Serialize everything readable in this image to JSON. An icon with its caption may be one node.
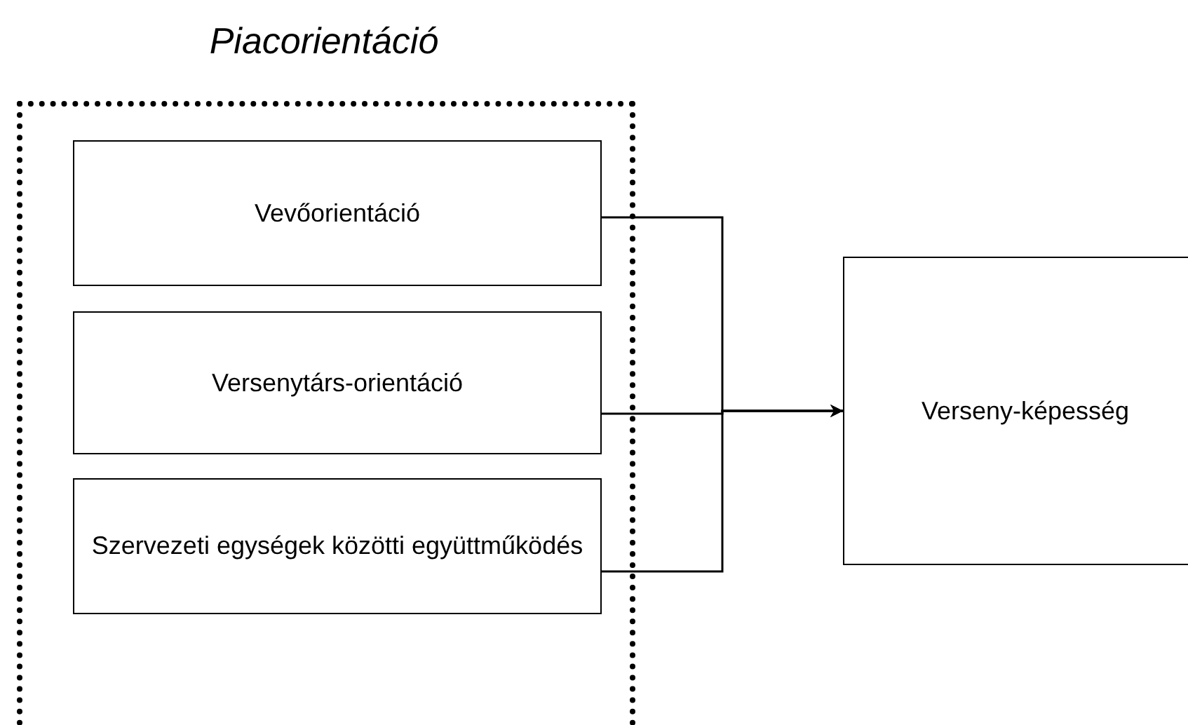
{
  "diagram": {
    "nodes": [
      {
        "text": [
          "Piacorientáció"
        ]
      },
      {
        "text": [
          "Vevőorientáció"
        ],
        "in": 0
      },
      {
        "text": [
          "Versenytárs-orientáció"
        ],
        "in": 0
      },
      {
        "text": [
          "Szervezeti egységek közötti együttműködés"
        ],
        "in": 0
      },
      {
        "text": [
          "Verseny-képesség"
        ]
      }
    ],
    "edges": [
      {
        "from": 1,
        "to": 4,
        "arrow": "to"
      },
      {
        "from": 2,
        "to": 4,
        "arrow": "to"
      },
      {
        "from": 3,
        "to": 4,
        "arrow": "to"
      }
    ]
  }
}
